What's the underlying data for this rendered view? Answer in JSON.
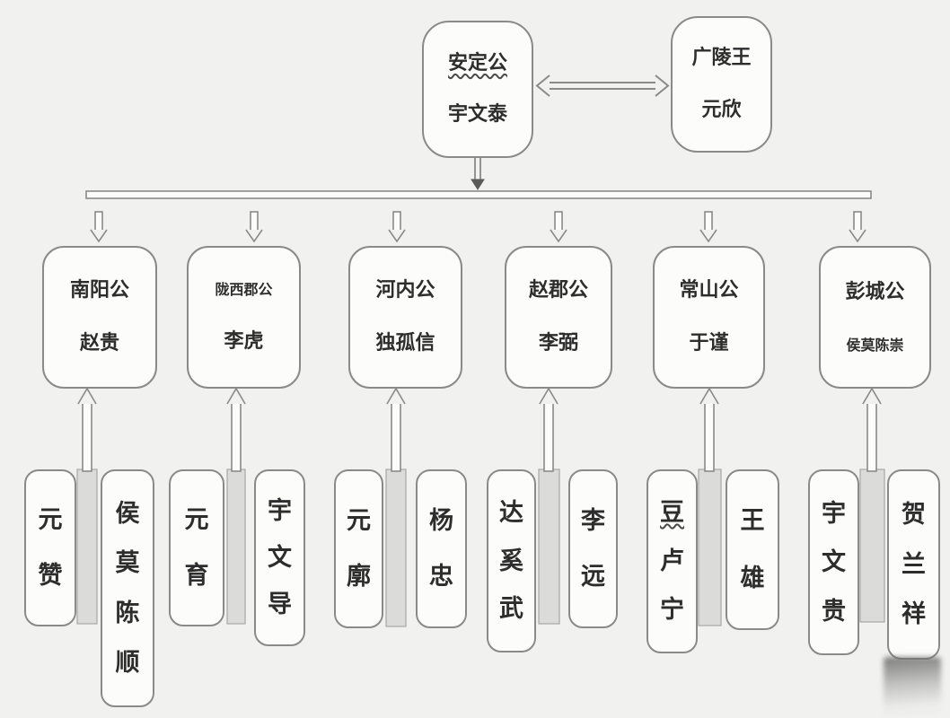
{
  "colors": {
    "background": "#f1f1ef",
    "box_fill": "#fcfcfb",
    "box_border": "#8a8a8a",
    "connector": "#8a8a8a",
    "shaft_fill": "#dbdbd9",
    "text": "#2d2d2d"
  },
  "chart": {
    "leader": {
      "title": "安定公",
      "name": "宇文泰"
    },
    "prince": {
      "title": "广陵王",
      "name": "元欣"
    },
    "pillars": [
      {
        "title": "南阳公",
        "name": "赵贵",
        "generals": [
          "元赞",
          "侯莫陈顺"
        ]
      },
      {
        "title": "陇西郡公",
        "name": "李虎",
        "generals": [
          "元育",
          "宇文导"
        ]
      },
      {
        "title": "河内公",
        "name": "独孤信",
        "generals": [
          "元廓",
          "杨忠"
        ]
      },
      {
        "title": "赵郡公",
        "name": "李弼",
        "generals": [
          "达奚武",
          "李远"
        ]
      },
      {
        "title": "常山公",
        "name": "于谨",
        "generals": [
          "豆卢宁",
          "王雄"
        ]
      },
      {
        "title": "彭城公",
        "name": "侯莫陈崇",
        "generals": [
          "宇文贵",
          "贺兰祥"
        ]
      }
    ]
  }
}
